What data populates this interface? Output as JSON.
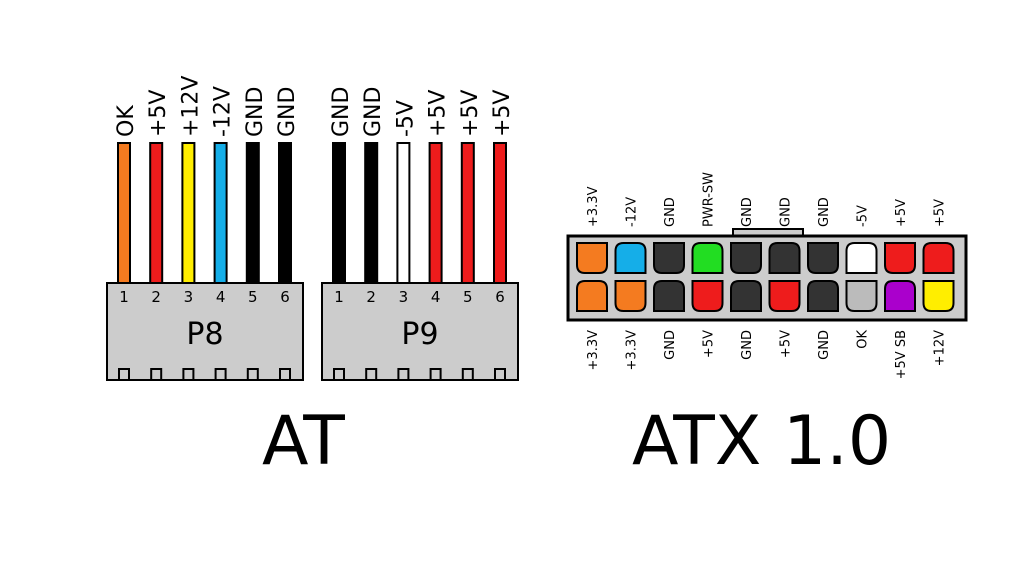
{
  "colors": {
    "orange": "#f47b20",
    "red": "#ee1c1c",
    "yellow": "#ffee00",
    "blue": "#15aee8",
    "black": "#000000",
    "white": "#ffffff",
    "green": "#22dd22",
    "darkgray": "#333333",
    "lightgray": "#bbbbbb",
    "purple": "#aa00cc",
    "housing": "#cccccc"
  },
  "at": {
    "title": "AT",
    "p8": {
      "label": "P8",
      "wires": [
        {
          "pin": "1",
          "label": "OK",
          "color": "orange"
        },
        {
          "pin": "2",
          "label": "+5V",
          "color": "red"
        },
        {
          "pin": "3",
          "label": "+12V",
          "color": "yellow"
        },
        {
          "pin": "4",
          "label": "-12V",
          "color": "blue"
        },
        {
          "pin": "5",
          "label": "GND",
          "color": "black"
        },
        {
          "pin": "6",
          "label": "GND",
          "color": "black"
        }
      ]
    },
    "p9": {
      "label": "P9",
      "wires": [
        {
          "pin": "1",
          "label": "GND",
          "color": "black"
        },
        {
          "pin": "2",
          "label": "GND",
          "color": "black"
        },
        {
          "pin": "3",
          "label": "-5V",
          "color": "white"
        },
        {
          "pin": "4",
          "label": "+5V",
          "color": "red"
        },
        {
          "pin": "5",
          "label": "+5V",
          "color": "red"
        },
        {
          "pin": "6",
          "label": "+5V",
          "color": "red"
        }
      ]
    }
  },
  "atx": {
    "title": "ATX 1.0",
    "top_row": [
      {
        "label": "+3.3V",
        "color": "orange"
      },
      {
        "label": "-12V",
        "color": "blue"
      },
      {
        "label": "GND",
        "color": "darkgray"
      },
      {
        "label": "PWR-SW",
        "color": "green"
      },
      {
        "label": "GND",
        "color": "darkgray"
      },
      {
        "label": "GND",
        "color": "darkgray"
      },
      {
        "label": "GND",
        "color": "darkgray"
      },
      {
        "label": "-5V",
        "color": "white"
      },
      {
        "label": "+5V",
        "color": "red"
      },
      {
        "label": "+5V",
        "color": "red"
      }
    ],
    "bottom_row": [
      {
        "label": "+3.3V",
        "color": "orange"
      },
      {
        "label": "+3.3V",
        "color": "orange"
      },
      {
        "label": "GND",
        "color": "darkgray"
      },
      {
        "label": "+5V",
        "color": "red"
      },
      {
        "label": "GND",
        "color": "darkgray"
      },
      {
        "label": "+5V",
        "color": "red"
      },
      {
        "label": "GND",
        "color": "darkgray"
      },
      {
        "label": "OK",
        "color": "lightgray"
      },
      {
        "label": "+5V SB",
        "color": "purple"
      },
      {
        "label": "+12V",
        "color": "yellow"
      }
    ]
  }
}
